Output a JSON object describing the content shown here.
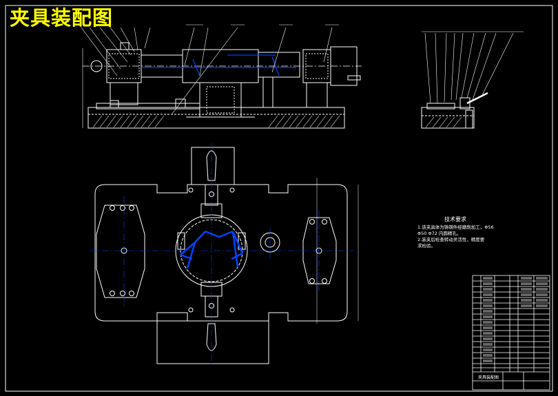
{
  "title": "夹具装配图",
  "tech_requirements": {
    "heading": "技术要求",
    "line1": "1.该夹具体为铸钢件经磨削加工，Φ56",
    "line2": "Φ50 Φ72 内圆精孔。",
    "line3": "2.装夹后检查转动灵活性，精度要",
    "line4": "求检验。"
  },
  "title_block": {
    "drawing_name": "夹具装配图"
  },
  "colors": {
    "background": "#000000",
    "lines": "#ffffff",
    "title": "#ffff00",
    "accent": "#0044ff"
  }
}
